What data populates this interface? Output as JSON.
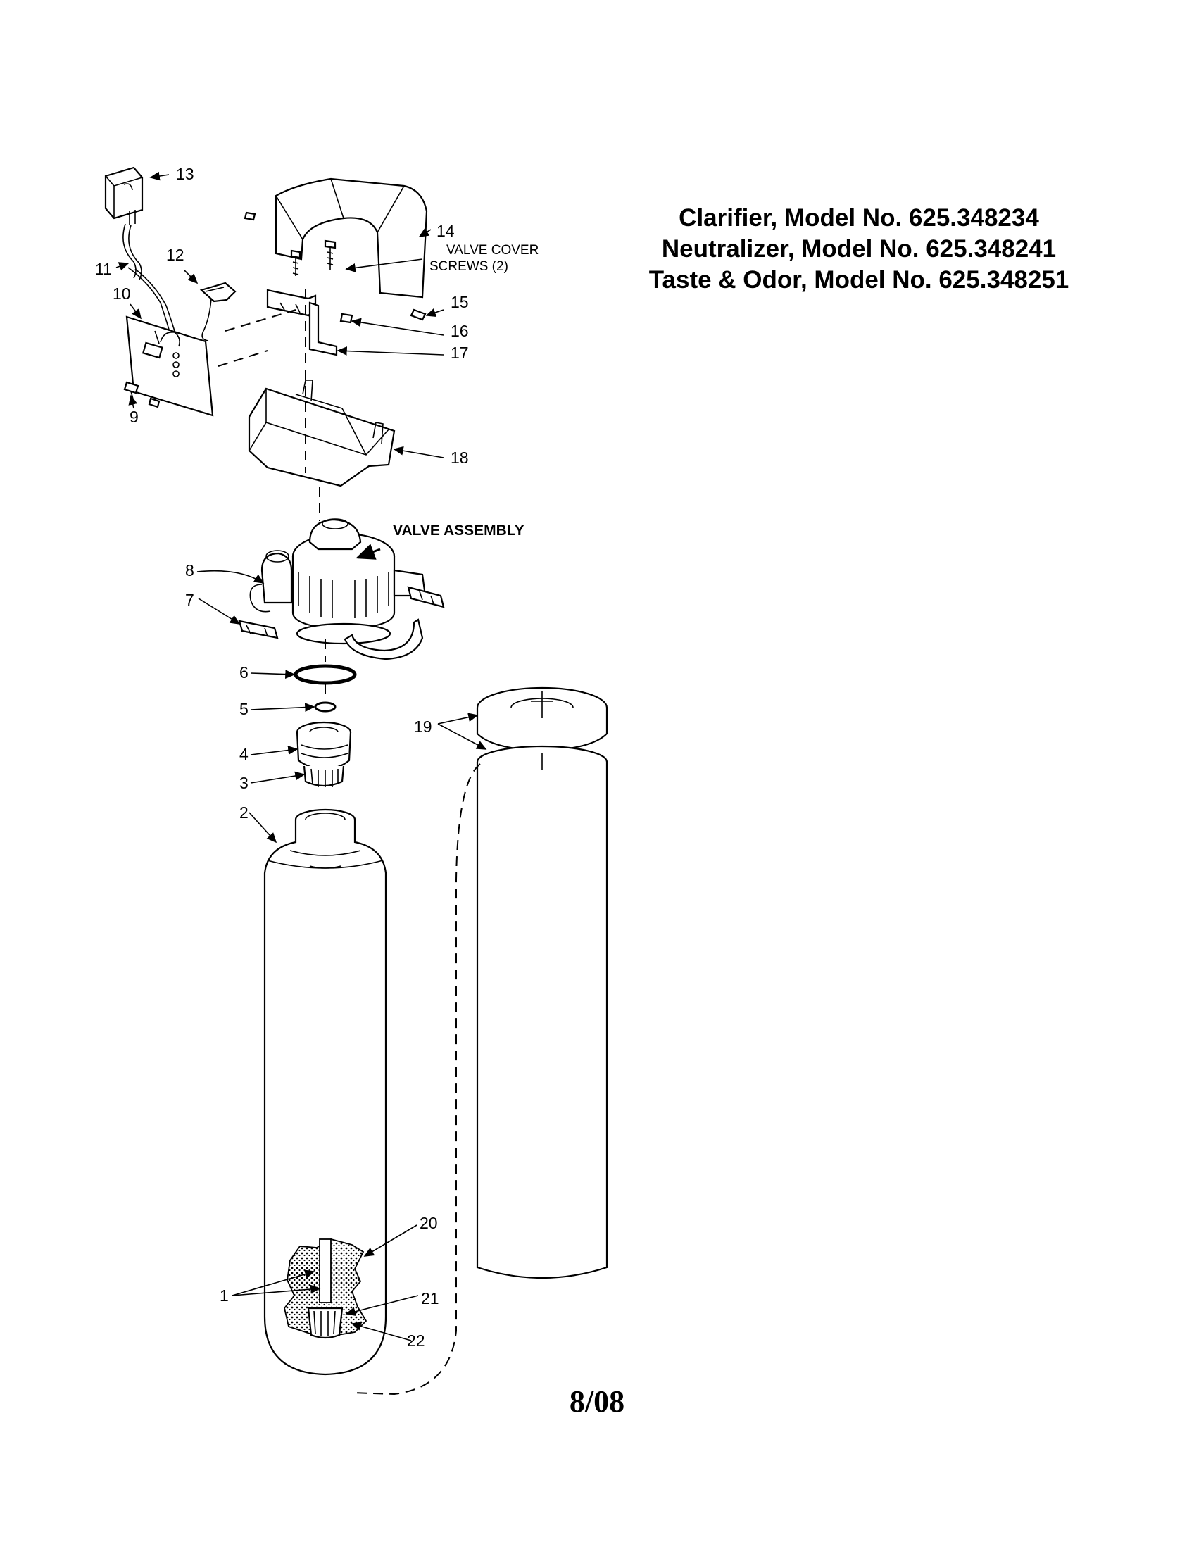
{
  "models": [
    "Clarifier, Model No. 625.348234",
    "Neutralizer, Model No. 625.348241",
    "Taste & Odor, Model No. 625.348251"
  ],
  "assembly_label": "VALVE ASSEMBLY",
  "callouts": {
    "p1": "1",
    "p2": "2",
    "p3": "3",
    "p4": "4",
    "p5": "5",
    "p6": "6",
    "p7": "7",
    "p8": "8",
    "p9": "9",
    "p10": "10",
    "p11": "11",
    "p12": "12",
    "p13": "13",
    "p14": "14",
    "p15": "15",
    "p16": "16",
    "p17": "17",
    "p18": "18",
    "p19": "19",
    "p20": "20",
    "p21": "21",
    "p22": "22"
  },
  "notes": {
    "valve_cover": "VALVE COVER",
    "screws": "SCREWS (2)"
  },
  "footer": "8/08"
}
